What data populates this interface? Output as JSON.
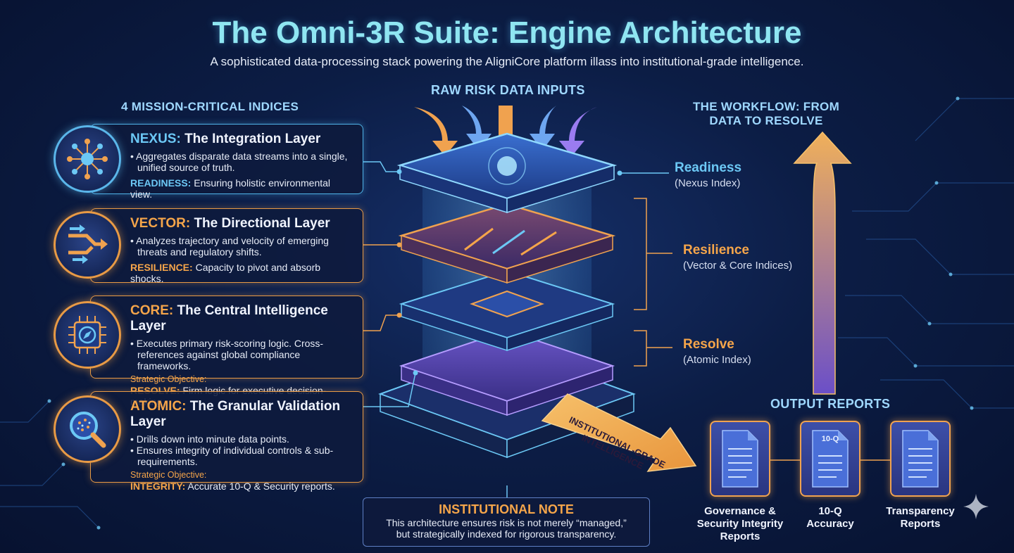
{
  "title": "The Omni-3R Suite: Engine Architecture",
  "subtitle": "A sophisticated data-processing stack powering the AligniCore platform illass into institutional-grade intelligence.",
  "left_section_title": "4 MISSION-CRITICAL INDICES",
  "inputs_label": "RAW RISK DATA INPUTS",
  "workflow_label_line1": "THE WORKFLOW: FROM",
  "workflow_label_line2": "DATA TO RESOLVE",
  "layers": [
    {
      "keyword": "NEXUS:",
      "name": " The Integration Layer",
      "bullets": [
        "Aggregates disparate data streams into a single, unified source of truth."
      ],
      "strategic": "",
      "outcome_key": "READINESS:",
      "outcome_text": " Ensuring holistic environmental view.",
      "icon": "network-hub-icon"
    },
    {
      "keyword": "VECTOR:",
      "name": " The Directional Layer",
      "bullets": [
        "Analyzes trajectory and velocity of emerging threats and regulatory shifts."
      ],
      "strategic": "",
      "outcome_key": "RESILIENCE:",
      "outcome_text": " Capacity to pivot and absorb shocks.",
      "icon": "direction-arrows-icon"
    },
    {
      "keyword": "CORE:",
      "name": " The Central Intelligence Layer",
      "bullets": [
        "Executes primary risk-scoring logic. Cross-references against global compliance frameworks."
      ],
      "strategic": "Strategic Objective:",
      "outcome_key": "RESOLVE:",
      "outcome_text": " Firm logic for executive decision-making.",
      "icon": "processor-compass-icon"
    },
    {
      "keyword": "ATOMIC:",
      "name": " The Granular Validation Layer",
      "bullets": [
        "Drills down into minute data points.",
        "Ensures integrity of individual controls & sub-requirements."
      ],
      "strategic": "Strategic Objective:",
      "outcome_key": "INTEGRITY:",
      "outcome_text": " Accurate 10-Q & Security reports.",
      "icon": "magnifier-icon"
    }
  ],
  "right_labels": [
    {
      "label": "Readiness",
      "sub": "(Nexus Index)",
      "color": "#6cc8f5"
    },
    {
      "label": "Resilience",
      "sub": "(Vector & Core Indices)",
      "color": "#f5a54a"
    },
    {
      "label": "Resolve",
      "sub": "(Atomic Index)",
      "color": "#f5a54a"
    }
  ],
  "diagonal_arrow_text_line1": "INSTITUTIONAL-GRADE",
  "diagonal_arrow_text_line2": "INTELLIGENCE",
  "output_title": "OUTPUT REPORTS",
  "reports": [
    {
      "label_lines": [
        "Governance &",
        "Security Integrity",
        "Reports"
      ],
      "doc_tag": ""
    },
    {
      "label_lines": [
        "10-Q",
        "Accuracy"
      ],
      "doc_tag": "10-Q"
    },
    {
      "label_lines": [
        "Transparency",
        "Reports"
      ],
      "doc_tag": ""
    }
  ],
  "note": {
    "title": "INSTITUTIONAL NOTE",
    "line1": "This architecture ensures risk is not merely “managed,”",
    "line2": "but strategically indexed for rigorous transparency."
  },
  "colors": {
    "accent_blue": "#6cc8f5",
    "accent_orange": "#f5a54a",
    "title_cyan": "#8fe6f2",
    "accent_purple": "#9a7cf0"
  }
}
